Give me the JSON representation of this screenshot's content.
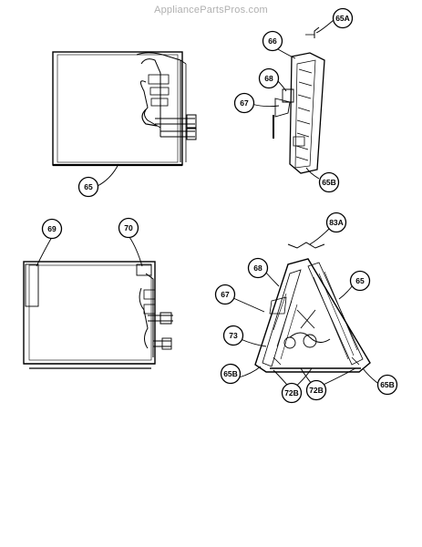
{
  "watermark": "AppliancePartsPros.com",
  "callouts": [
    {
      "id": "c65a",
      "text": "65A"
    },
    {
      "id": "c66",
      "text": "66"
    },
    {
      "id": "c68a",
      "text": "68"
    },
    {
      "id": "c67a",
      "text": "67"
    },
    {
      "id": "c65b1",
      "text": "65B"
    },
    {
      "id": "c65",
      "text": "65"
    },
    {
      "id": "c69",
      "text": "69"
    },
    {
      "id": "c70",
      "text": "70"
    },
    {
      "id": "c83a",
      "text": "83A"
    },
    {
      "id": "c68b",
      "text": "68"
    },
    {
      "id": "c65c",
      "text": "65"
    },
    {
      "id": "c67b",
      "text": "67"
    },
    {
      "id": "c73",
      "text": "73"
    },
    {
      "id": "c65b2",
      "text": "65B"
    },
    {
      "id": "c72b1",
      "text": "72B"
    },
    {
      "id": "c72b2",
      "text": "72B"
    },
    {
      "id": "c65b3",
      "text": "65B"
    }
  ]
}
